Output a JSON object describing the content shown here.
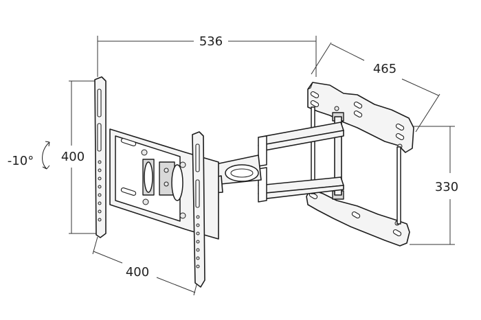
{
  "dimensions": {
    "overall_width": "536",
    "wall_plate_width": "465",
    "wall_plate_height": "330",
    "vesa_vertical": "400",
    "vesa_horizontal": "400",
    "tilt": "-10°"
  }
}
